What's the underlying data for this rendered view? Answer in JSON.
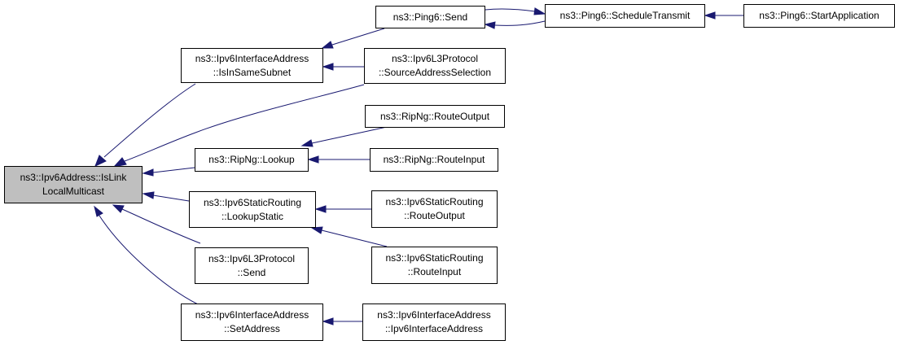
{
  "nodes": {
    "root": {
      "line1": "ns3::Ipv6Address::IsLink",
      "line2": "LocalMulticast"
    },
    "is_in_same_subnet": {
      "line1": "ns3::Ipv6InterfaceAddress",
      "line2": "::IsInSameSubnet"
    },
    "ripng_lookup": {
      "line1": "ns3::RipNg::Lookup",
      "line2": ""
    },
    "lookup_static": {
      "line1": "ns3::Ipv6StaticRouting",
      "line2": "::LookupStatic"
    },
    "l3_send": {
      "line1": "ns3::Ipv6L3Protocol",
      "line2": "::Send"
    },
    "set_address": {
      "line1": "ns3::Ipv6InterfaceAddress",
      "line2": "::SetAddress"
    },
    "ping6_send": {
      "line1": "ns3::Ping6::Send",
      "line2": ""
    },
    "source_addr_sel": {
      "line1": "ns3::Ipv6L3Protocol",
      "line2": "::SourceAddressSelection"
    },
    "ripng_route_output": {
      "line1": "ns3::RipNg::RouteOutput",
      "line2": ""
    },
    "ripng_route_input": {
      "line1": "ns3::RipNg::RouteInput",
      "line2": ""
    },
    "static_route_output": {
      "line1": "ns3::Ipv6StaticRouting",
      "line2": "::RouteOutput"
    },
    "static_route_input": {
      "line1": "ns3::Ipv6StaticRouting",
      "line2": "::RouteInput"
    },
    "iface_addr_ctor": {
      "line1": "ns3::Ipv6InterfaceAddress",
      "line2": "::Ipv6InterfaceAddress"
    },
    "schedule_transmit": {
      "line1": "ns3::Ping6::ScheduleTransmit",
      "line2": ""
    },
    "start_application": {
      "line1": "ns3::Ping6::StartApplication",
      "line2": ""
    }
  },
  "edges": [
    {
      "from": "is_in_same_subnet",
      "to": "root"
    },
    {
      "from": "source_addr_sel",
      "to": "root"
    },
    {
      "from": "ripng_lookup",
      "to": "root"
    },
    {
      "from": "lookup_static",
      "to": "root"
    },
    {
      "from": "l3_send",
      "to": "root"
    },
    {
      "from": "set_address",
      "to": "root"
    },
    {
      "from": "ping6_send",
      "to": "is_in_same_subnet"
    },
    {
      "from": "source_addr_sel",
      "to": "is_in_same_subnet"
    },
    {
      "from": "ripng_route_output",
      "to": "ripng_lookup"
    },
    {
      "from": "ripng_route_input",
      "to": "ripng_lookup"
    },
    {
      "from": "static_route_output",
      "to": "lookup_static"
    },
    {
      "from": "static_route_input",
      "to": "lookup_static"
    },
    {
      "from": "iface_addr_ctor",
      "to": "set_address"
    },
    {
      "from": "schedule_transmit",
      "to": "ping6_send"
    },
    {
      "from": "ping6_send",
      "to": "schedule_transmit"
    },
    {
      "from": "start_application",
      "to": "schedule_transmit"
    }
  ],
  "colors": {
    "edge": "#191970",
    "root_fill": "#bfbfbf",
    "node_fill": "#ffffff",
    "border": "#000000"
  }
}
